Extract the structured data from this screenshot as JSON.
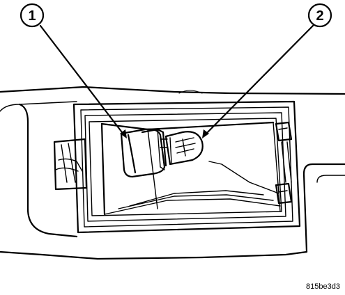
{
  "callouts": [
    {
      "number": "1",
      "part": "socket"
    },
    {
      "number": "2",
      "part": "bulb"
    }
  ],
  "figure_code": "815be3d3"
}
